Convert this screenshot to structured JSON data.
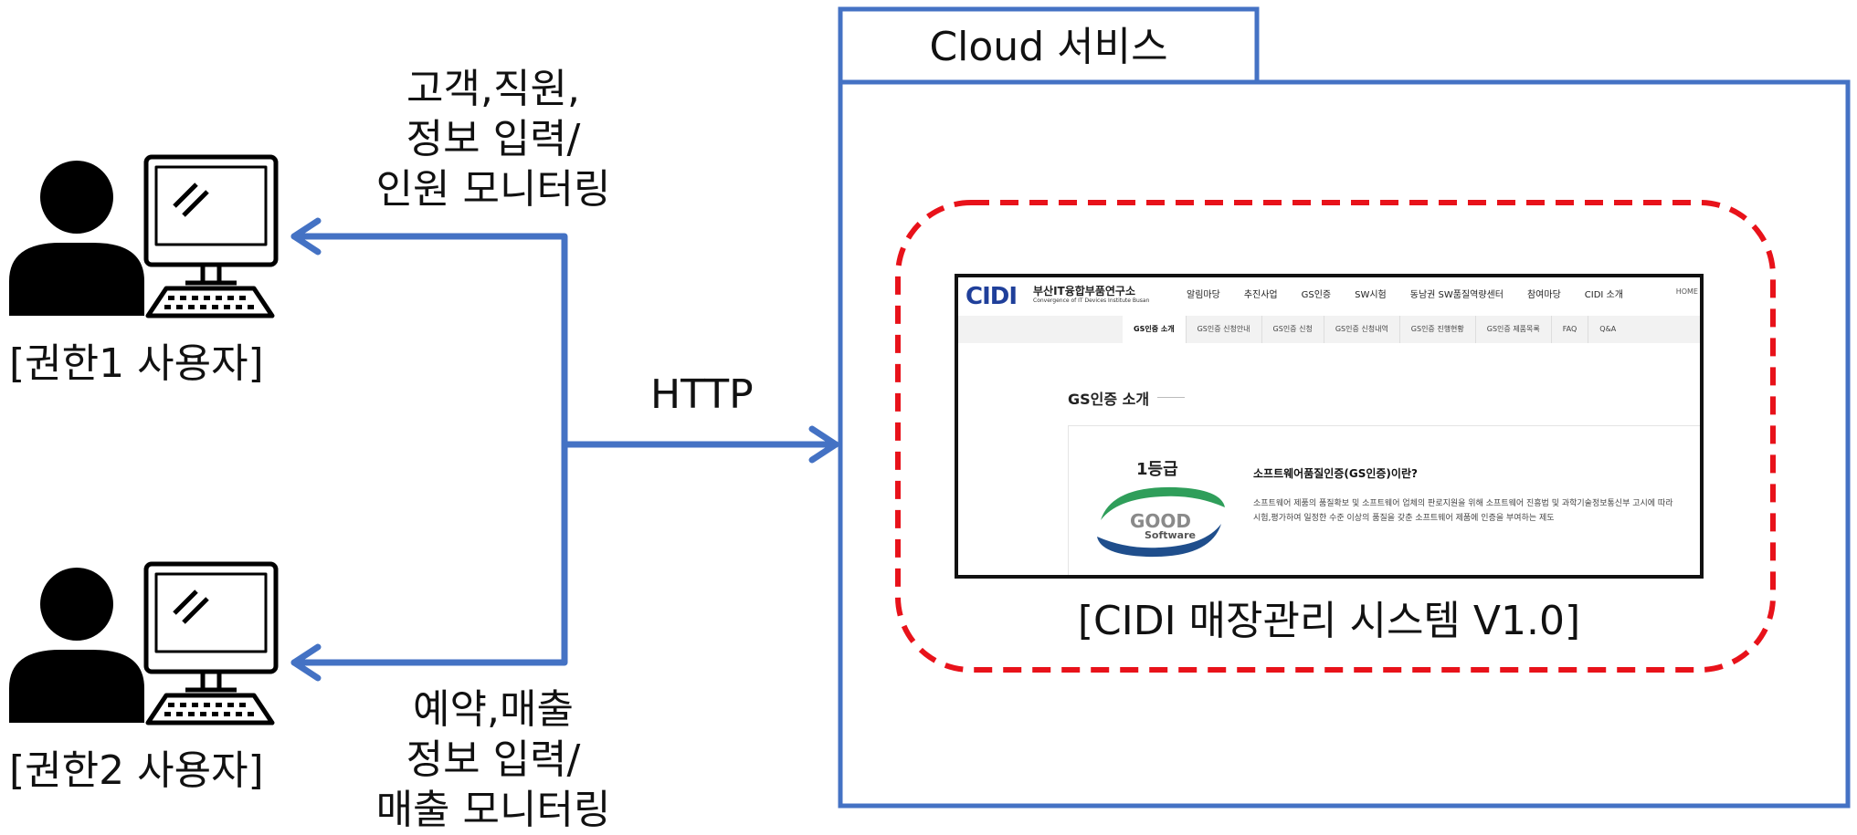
{
  "cloud_tab": {
    "label": "Cloud 서비스"
  },
  "top_flow": {
    "line1": "고객,직원,",
    "line2": "정보 입력/",
    "line3": "인원 모니터링"
  },
  "bottom_flow": {
    "line1": "예약,매출",
    "line2": "정보 입력/",
    "line3": "매출 모니터링"
  },
  "protocol": {
    "label": "HTTP"
  },
  "users": [
    {
      "label": "[권한1 사용자]"
    },
    {
      "label": "[권한2 사용자]"
    }
  ],
  "system": {
    "label": "[CIDI 매장관리 시스템 V1.0]"
  },
  "website": {
    "logo_mark": "CIDI",
    "logo_kr": "부산IT융합부품연구소",
    "logo_en": "Convergence of IT Devices Institute Busan",
    "menu": [
      "알림마당",
      "추진사업",
      "GS인증",
      "SW시험",
      "동남권 SW품질역량센터",
      "참여마당",
      "CIDI 소개"
    ],
    "home": "HOME",
    "subnav": [
      "GS인증 소개",
      "GS인증 신청안내",
      "GS인증 신청",
      "GS인증 신청내역",
      "GS인증 진행현황",
      "GS인증 제품목록",
      "FAQ",
      "Q&A"
    ],
    "section_title": "GS인증 소개",
    "grade": "1등급",
    "badge_top": "GOOD",
    "badge_bottom": "Software",
    "content_title": "소프트웨어품질인증(GS인증)이란?",
    "content_desc_1": "소프트웨어 제품의 품질확보 및 소프트웨어 업체의 판로지원을 위해 소프트웨어 진흥법 및 과학기술정보통신부 고시에 따라",
    "content_desc_2": "시험,평가하여 일정한 수준 이상의 품질을 갖춘 소프트웨어 제품에 인증을 부여하는 제도"
  },
  "colors": {
    "line_blue": "#4472c4",
    "dashed_red": "#e8121a",
    "badge_green": "#2f9e5a",
    "badge_navy": "#1f4e8c"
  }
}
